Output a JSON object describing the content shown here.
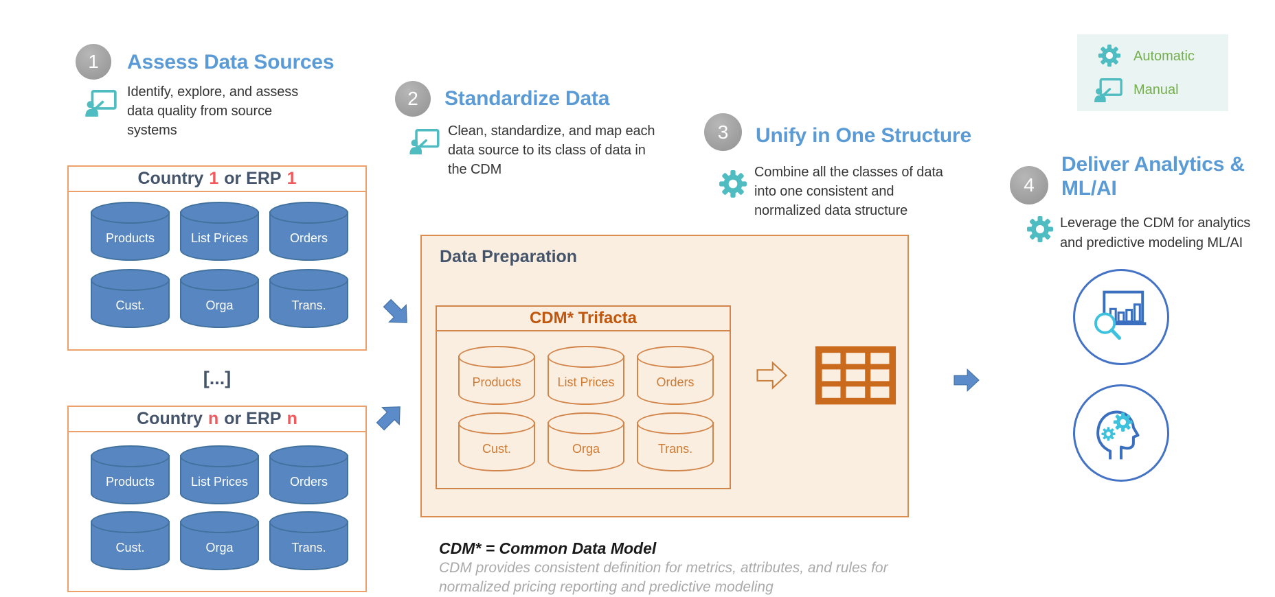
{
  "legend": {
    "automatic": "Automatic",
    "manual": "Manual"
  },
  "steps": [
    {
      "number": "1",
      "title": "Assess Data Sources",
      "description": "Identify, explore, and assess data quality from source systems",
      "mode": "manual"
    },
    {
      "number": "2",
      "title": "Standardize Data",
      "description": "Clean, standardize, and map each data source to its class of data in the CDM",
      "mode": "manual"
    },
    {
      "number": "3",
      "title": "Unify in One Structure",
      "description": "Combine all the classes of data into one consistent and normalized data structure",
      "mode": "automatic"
    },
    {
      "number": "4",
      "title": "Deliver Analytics & ML/AI",
      "description": "Leverage the CDM for analytics and predictive modeling ML/AI",
      "mode": "automatic"
    }
  ],
  "source_boxes": [
    {
      "title": {
        "part1": "Country",
        "var1": "1",
        "part2": "or ERP",
        "var2": "1"
      },
      "databases": [
        "Products",
        "List Prices",
        "Orders",
        "Cust.",
        "Orga",
        "Trans."
      ]
    },
    {
      "title": {
        "part1": "Country",
        "var1": "n",
        "part2": "or ERP",
        "var2": "n"
      },
      "databases": [
        "Products",
        "List Prices",
        "Orders",
        "Cust.",
        "Orga",
        "Trans."
      ]
    }
  ],
  "ellipsis_label": "[...]",
  "data_preparation": {
    "title": "Data Preparation",
    "cdm_title": "CDM* Trifacta",
    "databases": [
      "Products",
      "List Prices",
      "Orders",
      "Cust.",
      "Orga",
      "Trans."
    ]
  },
  "footnote": {
    "title": "CDM* = Common Data Model",
    "line1": "CDM provides consistent definition for metrics, attributes, and rules for",
    "line2": "normalized pricing reporting and predictive modeling"
  },
  "colors": {
    "step_title_blue": "#5B9BD5",
    "teal_icon": "#4FBCC1",
    "legend_green": "#74AF4C",
    "navy": "#44546A",
    "variable_red": "#F2595B",
    "orange_border": "#D2854A",
    "orange_dark": "#C96A1C",
    "cylinder_blue": "#5786C1",
    "arrow_blue": "#5B8BC9"
  }
}
